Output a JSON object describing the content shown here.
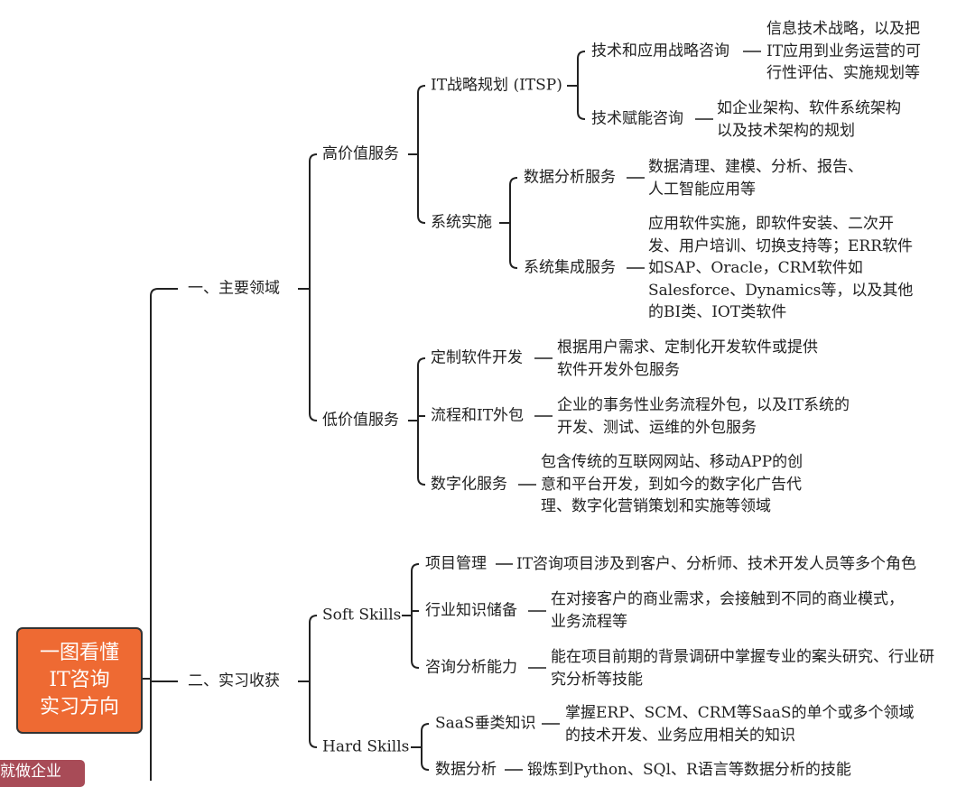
{
  "root": {
    "lines": [
      "一图看懂",
      "IT咨询",
      "实习方向"
    ],
    "color": "#EE6A33"
  },
  "tag": {
    "label": "就做企业",
    "color": "#A84B57"
  },
  "branch1": {
    "label": "一、主要领域",
    "high": {
      "label": "高价值服务",
      "itsp": {
        "label": "IT战略规划 (ITSP)",
        "a": {
          "label": "技术和应用战略咨询",
          "desc": [
            "信息技术战略，以及把",
            "IT应用到业务运营的可",
            "行性评估、实施规划等"
          ]
        },
        "b": {
          "label": "技术赋能咨询",
          "desc": [
            "如企业架构、软件系统架构",
            "以及技术架构的规划"
          ]
        }
      },
      "impl": {
        "label": "系统实施",
        "a": {
          "label": "数据分析服务",
          "desc": [
            "数据清理、建模、分析、报告、",
            "人工智能应用等"
          ]
        },
        "b": {
          "label": "系统集成服务",
          "desc": [
            "应用软件实施，即软件安装、二次开",
            "发、用户培训、切换支持等；ERR软件",
            "如SAP、Oracle，CRM软件如",
            "Salesforce、Dynamics等，以及其他",
            "的BI类、IOT类软件"
          ]
        }
      }
    },
    "low": {
      "label": "低价值服务",
      "a": {
        "label": "定制软件开发",
        "desc": [
          "根据用户需求、定制化开发软件或提供",
          "软件开发外包服务"
        ]
      },
      "b": {
        "label": "流程和IT外包",
        "desc": [
          "企业的事务性业务流程外包，以及IT系统的",
          "开发、测试、运维的外包服务"
        ]
      },
      "c": {
        "label": "数字化服务",
        "desc": [
          "包含传统的互联网网站、移动APP的创",
          "意和平台开发，到如今的数字化广告代",
          "理、数字化营销策划和实施等领域"
        ]
      }
    }
  },
  "branch2": {
    "label": "二、实习收获",
    "soft": {
      "label": "Soft Skills",
      "a": {
        "label": "项目管理",
        "desc": [
          "IT咨询项目涉及到客户、分析师、技术开发人员等多个角色"
        ]
      },
      "b": {
        "label": "行业知识储备",
        "desc": [
          "在对接客户的商业需求，会接触到不同的商业模式，",
          "业务流程等"
        ]
      },
      "c": {
        "label": "咨询分析能力",
        "desc": [
          "能在项目前期的背景调研中掌握专业的案头研究、行业研",
          "究分析等技能"
        ]
      }
    },
    "hard": {
      "label": "Hard Skills",
      "a": {
        "label": "SaaS垂类知识",
        "desc": [
          "掌握ERP、SCM、CRM等SaaS的单个或多个领域",
          "的技术开发、业务应用相关的知识"
        ]
      },
      "b": {
        "label": "数据分析",
        "desc": [
          "锻炼到Python、SQl、R语言等数据分析的技能"
        ]
      }
    }
  }
}
